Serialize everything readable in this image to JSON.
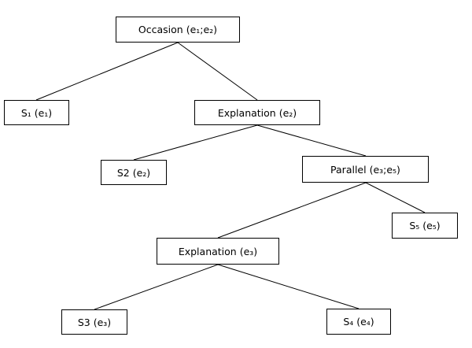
{
  "nodes": {
    "occasion": "Occasion (e₁;e₂)",
    "s1": "S₁ (e₁)",
    "explanation_top": "Explanation (e₂)",
    "s2": "S2 (e₂)",
    "parallel": "Parallel (e₃;e₅)",
    "s5": "S₅ (e₅)",
    "explanation_bottom": "Explanation (e₃)",
    "s3": "S3 (e₃)",
    "s4": "S₄ (e₄)"
  }
}
